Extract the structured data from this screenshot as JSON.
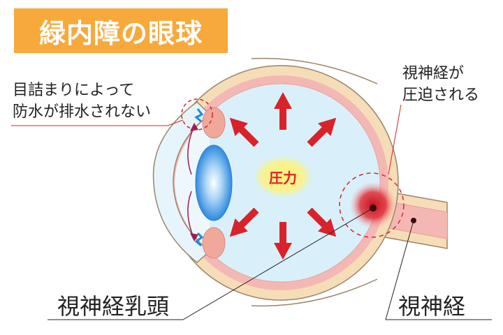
{
  "title": "緑内障の眼球",
  "labels": {
    "drainage_line1": "目詰まりによって",
    "drainage_line2": "防水が排水されない",
    "compressed_line1": "視神経が",
    "compressed_line2": "圧迫される",
    "pressure": "圧力",
    "optic_disc": "視神経乳頭",
    "optic_nerve": "視神経"
  },
  "colors": {
    "title_bg": "#f7a93b",
    "sclera": "#f5ddb8",
    "retina_pink": "#f4b8b4",
    "vitreous": "#d9f0fa",
    "arrow_red": "#d8232a",
    "pressure_glow": "#fff27a"
  }
}
